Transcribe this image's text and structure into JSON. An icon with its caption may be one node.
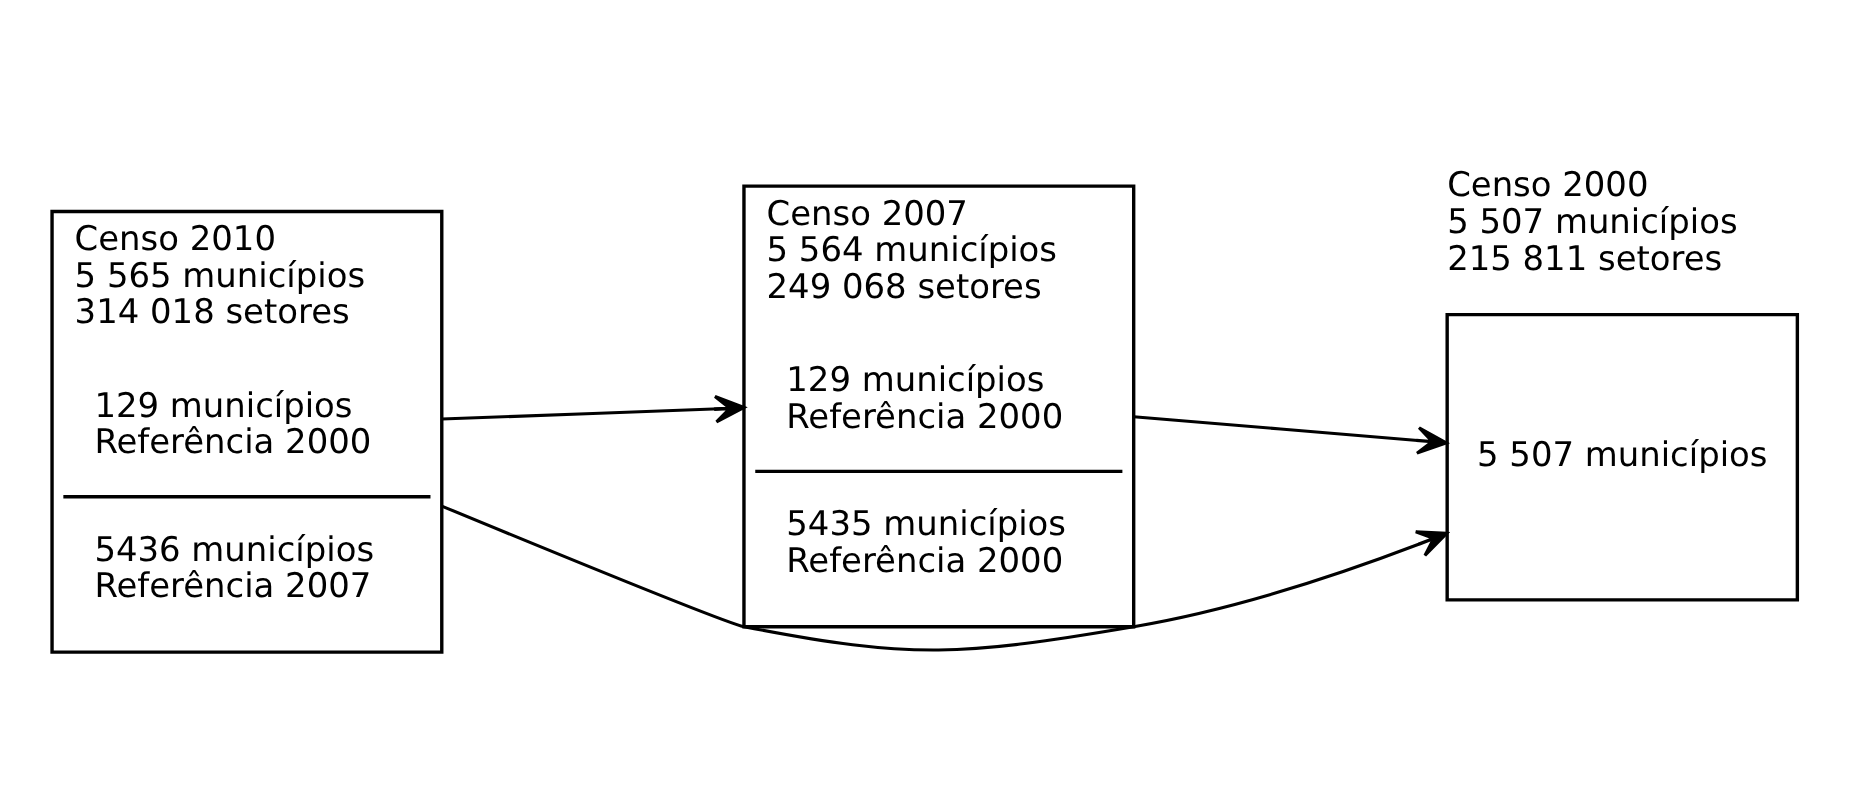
{
  "diagram": {
    "nodes": [
      {
        "text": [
          "Censo 2010",
          "5 565 municípios",
          "314 018 setores"
        ]
      },
      {
        "text": [
          "129 municípios",
          "Referência 2000"
        ],
        "in": 0
      },
      {
        "text": [
          "5436 municípios",
          "Referência 2007"
        ],
        "in": 0
      },
      {
        "text": [
          "Censo 2007",
          "5 564 municípios",
          "249 068 setores"
        ]
      },
      {
        "text": [
          "129 municípios",
          "Referência 2000"
        ],
        "in": 3
      },
      {
        "text": [
          "5435 municípios",
          "Referência 2000"
        ],
        "in": 3
      },
      {
        "text": [
          "Censo 2000",
          "5 507 municípios",
          "215 811 setores",
          "5 507 municípios"
        ]
      }
    ],
    "edges": [
      {
        "from": 0,
        "to": 6,
        "arrow": "to"
      },
      {
        "from": 0,
        "to": 3,
        "arrow": "to"
      },
      {
        "from": 3,
        "to": 6,
        "arrow": "to"
      }
    ]
  }
}
